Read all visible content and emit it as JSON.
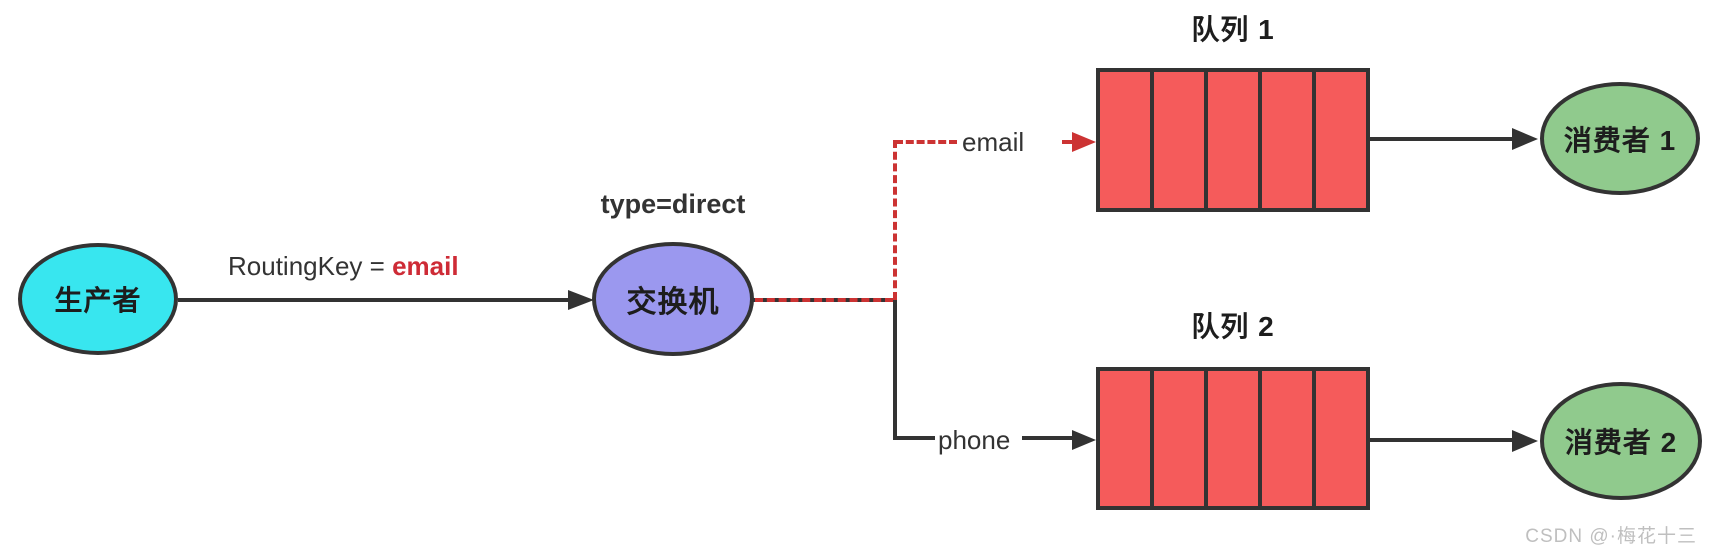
{
  "diagram": {
    "title_context": "RabbitMQ direct exchange routing diagram",
    "producer": {
      "label": "生产者"
    },
    "routing_key": {
      "prefix": "RoutingKey = ",
      "value": "email"
    },
    "exchange": {
      "label": "交换机",
      "type_label": "type=direct"
    },
    "bindings": {
      "email_label": "email",
      "phone_label": "phone"
    },
    "queues": [
      {
        "title": "队列 1",
        "cells": 5
      },
      {
        "title": "队列 2",
        "cells": 5
      }
    ],
    "consumers": [
      {
        "label": "消费者 1"
      },
      {
        "label": "消费者 2"
      }
    ],
    "watermark": "CSDN @·梅花十三"
  },
  "colors": {
    "stroke": "#333333",
    "cyan": "#38E6EF",
    "purple": "#9B98EF",
    "queue-red": "#F55B5B",
    "green": "#90CA8D",
    "accent-red": "#CC3333",
    "email-red": "#CE2B36",
    "label": "#333333",
    "watermark": "#BFBFBF",
    "bg": "#FFFFFF"
  }
}
